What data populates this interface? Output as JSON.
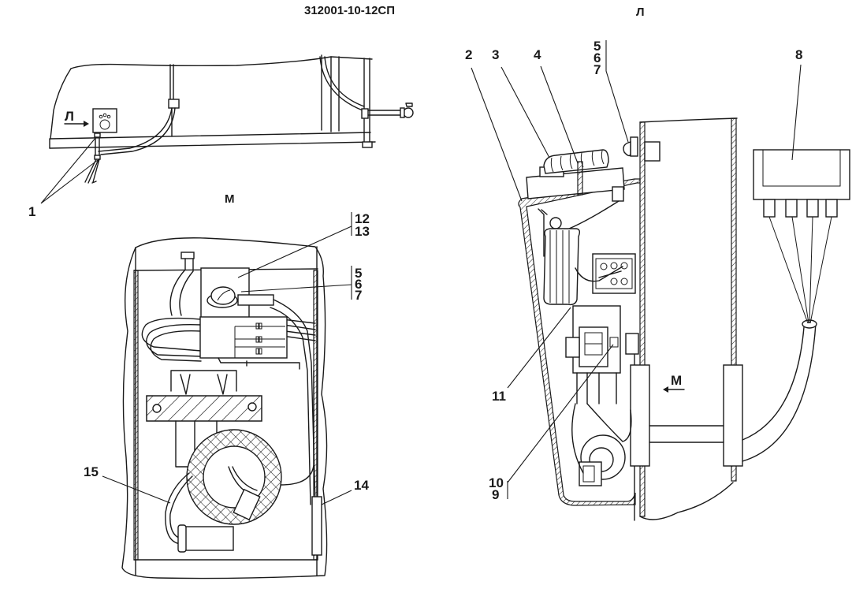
{
  "drawing": {
    "document_code": "312001-10-12СП",
    "view_labels": {
      "view_l_header": "Л",
      "view_m_header": "М",
      "arrow_l": "Л",
      "arrow_m": "М"
    },
    "callouts": {
      "c1": "1",
      "c2": "2",
      "c3": "3",
      "c4": "4",
      "c5": "5",
      "c6": "6",
      "c7": "7",
      "c8": "8",
      "c9": "9",
      "c10": "10",
      "c11": "11",
      "c12": "12",
      "c13": "13",
      "c14": "14",
      "c15": "15",
      "c5b": "5",
      "c6b": "6",
      "c7b": "7"
    }
  }
}
